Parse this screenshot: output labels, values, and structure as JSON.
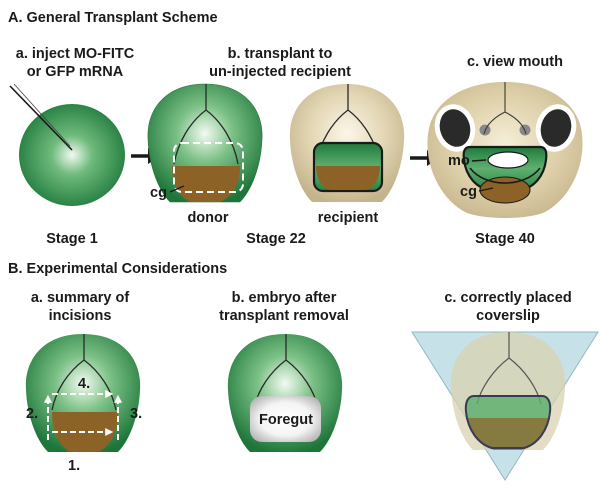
{
  "section_a": {
    "title": "A. General Transplant Scheme",
    "step_a": [
      "a. inject MO-FITC",
      "or GFP mRNA"
    ],
    "step_b": [
      "b. transplant to",
      "un-injected recipient"
    ],
    "step_c": "c. view mouth",
    "stage1": "Stage 1",
    "stage22": "Stage 22",
    "stage40": "Stage 40",
    "donor": "donor",
    "recipient": "recipient",
    "cg_label": "cg",
    "mo_label": "mo"
  },
  "section_b": {
    "title": "B. Experimental Considerations",
    "step_a": [
      "a. summary of",
      "incisions"
    ],
    "step_b": [
      "b. embryo after",
      "transplant removal"
    ],
    "step_c": [
      "c. correctly placed",
      "coverslip"
    ],
    "incision_1": "1.",
    "incision_2": "2.",
    "incision_3": "3.",
    "incision_4": "4.",
    "foregut": "Foregut"
  },
  "colors": {
    "green_dark": "#1f7a3c",
    "green_light": "#e9f5ea",
    "tan": "#d9ccaa",
    "brown": "#8d6226",
    "coverslip": "#bcdde4"
  }
}
